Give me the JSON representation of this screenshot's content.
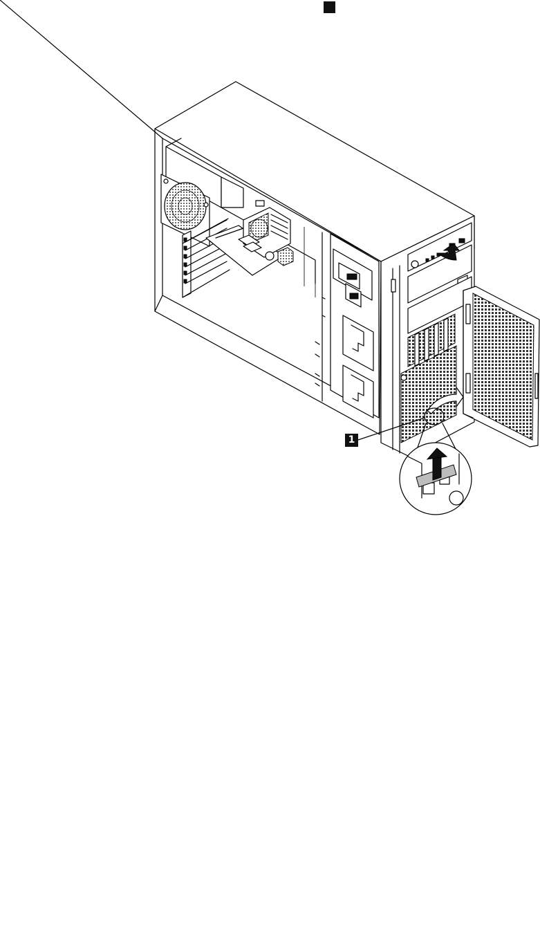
{
  "figure": {
    "callouts": [
      {
        "number": "1"
      }
    ]
  },
  "icons": {
    "top_marker": "black-square-marker",
    "arrow": "up-arrow-icon",
    "magnifier": "detail-magnifier-circle"
  }
}
